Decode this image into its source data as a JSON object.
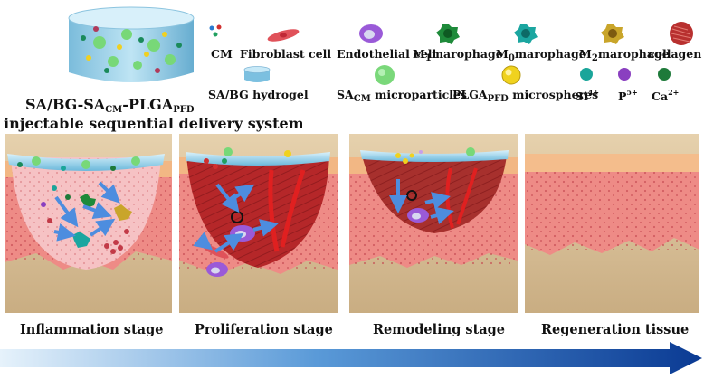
{
  "title": {
    "line1_main": "SA/BG-SA",
    "line1_sub1": "CM",
    "line1_mid": "-PLGA",
    "line1_sub2": "PFD",
    "line2": "injectable sequential delivery system"
  },
  "legend": {
    "cm": "CM",
    "fibroblast": "Fibroblast cell",
    "endothelial": "Endothelial cell",
    "m1_pre": "M",
    "m1_sub": "1",
    "m1_post": "marophage",
    "m0_pre": "M",
    "m0_sub": "0",
    "m0_post": "marophage",
    "m2_pre": "M",
    "m2_sub": "2",
    "m2_post": "marophage",
    "collagen": "collagen",
    "hydrogel": "SA/BG hydrogel",
    "sacm_pre": "SA",
    "sacm_sub": "CM",
    "sacm_post": " microparticles",
    "plga_pre": "PLGA",
    "plga_sub": "PFD",
    "plga_post": " microspheres",
    "si_pre": "Si",
    "si_sup": "4+",
    "p_pre": "P",
    "p_sup": "5+",
    "ca_pre": "Ca",
    "ca_sup": "2+"
  },
  "stages": [
    "Inflammation stage",
    "Proliferation stage",
    "Remodeling stage",
    "Regeneration tissue"
  ],
  "colors": {
    "hydrogel": "#8ccbe6",
    "tissue_pink": "#f2b7b5",
    "skin_tan": "#f0b887",
    "dermis": "#e88a86",
    "bone_tan": "#d9c29c",
    "collagen_red": "#b3282b",
    "arrow_blue": "#3a78c9",
    "timeline_dark": "#0c3d96",
    "timeline_light": "#dfeefa"
  }
}
